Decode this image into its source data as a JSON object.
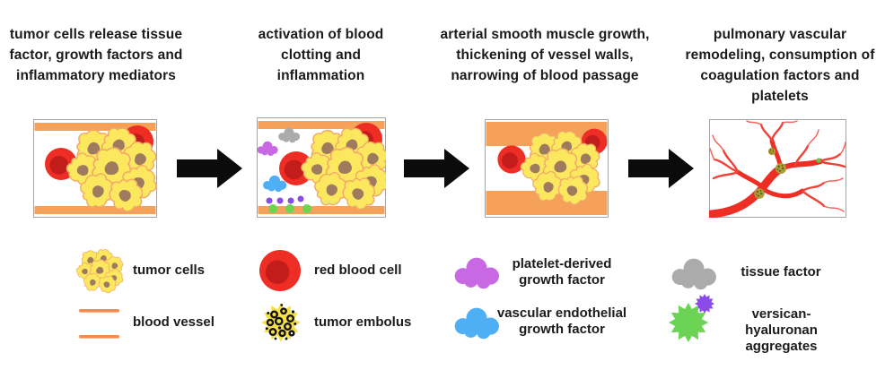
{
  "figure": {
    "stages": [
      {
        "title_lines": [
          "tumor cells release tissue",
          "factor, growth factors and",
          "inflammatory mediators"
        ]
      },
      {
        "title_lines": [
          "activation of blood",
          "clotting and",
          "inflammation"
        ]
      },
      {
        "title_lines": [
          "arterial smooth muscle growth,",
          "thickening of vessel walls,",
          "narrowing of blood passage"
        ]
      },
      {
        "title_lines": [
          "pulmonary vascular",
          "remodeling, consumption of",
          "coagulation factors and",
          "platelets"
        ]
      }
    ],
    "legend": {
      "items": [
        {
          "icon": "tumor-cells-icon",
          "lines": [
            "tumor cells"
          ]
        },
        {
          "icon": "blood-vessel-icon",
          "lines": [
            "blood vessel"
          ]
        },
        {
          "icon": "red-blood-cell-icon",
          "lines": [
            "red blood cell"
          ]
        },
        {
          "icon": "tumor-embolus-icon",
          "lines": [
            "tumor embolus"
          ]
        },
        {
          "icon": "pdgf-icon",
          "lines": [
            "platelet-derived",
            "growth factor"
          ]
        },
        {
          "icon": "vegf-icon",
          "lines": [
            "vascular endothelial",
            "growth factor"
          ]
        },
        {
          "icon": "tissue-factor-icon",
          "lines": [
            "tissue factor"
          ]
        },
        {
          "icon": "versican-hyaluronan-icon",
          "lines": [
            "versican-hyaluronan",
            "aggregates"
          ]
        }
      ]
    },
    "colors": {
      "vessel_wall_orange": "#F5A159",
      "legend_line_orange": "#F78A4C",
      "rbc_red": "#EE2D24",
      "rbc_core_red": "#C21D1B",
      "tumor_cell_yellow": "#FBE85E",
      "tumor_cell_outline": "#F2A868",
      "nucleus_brown": "#9E7B5F",
      "pdgf_purple": "#C869E3",
      "vegf_blue": "#4FAFF5",
      "tissue_factor_gray": "#ABABAB",
      "versican_green": "#6CD455",
      "versican_purple": "#8A4BEA",
      "embolus_olive": "#AC9C35",
      "arrow_black": "#0B0B0B",
      "text_black": "#1B1B1B",
      "panel_border_gray": "#A5A5A5"
    }
  }
}
